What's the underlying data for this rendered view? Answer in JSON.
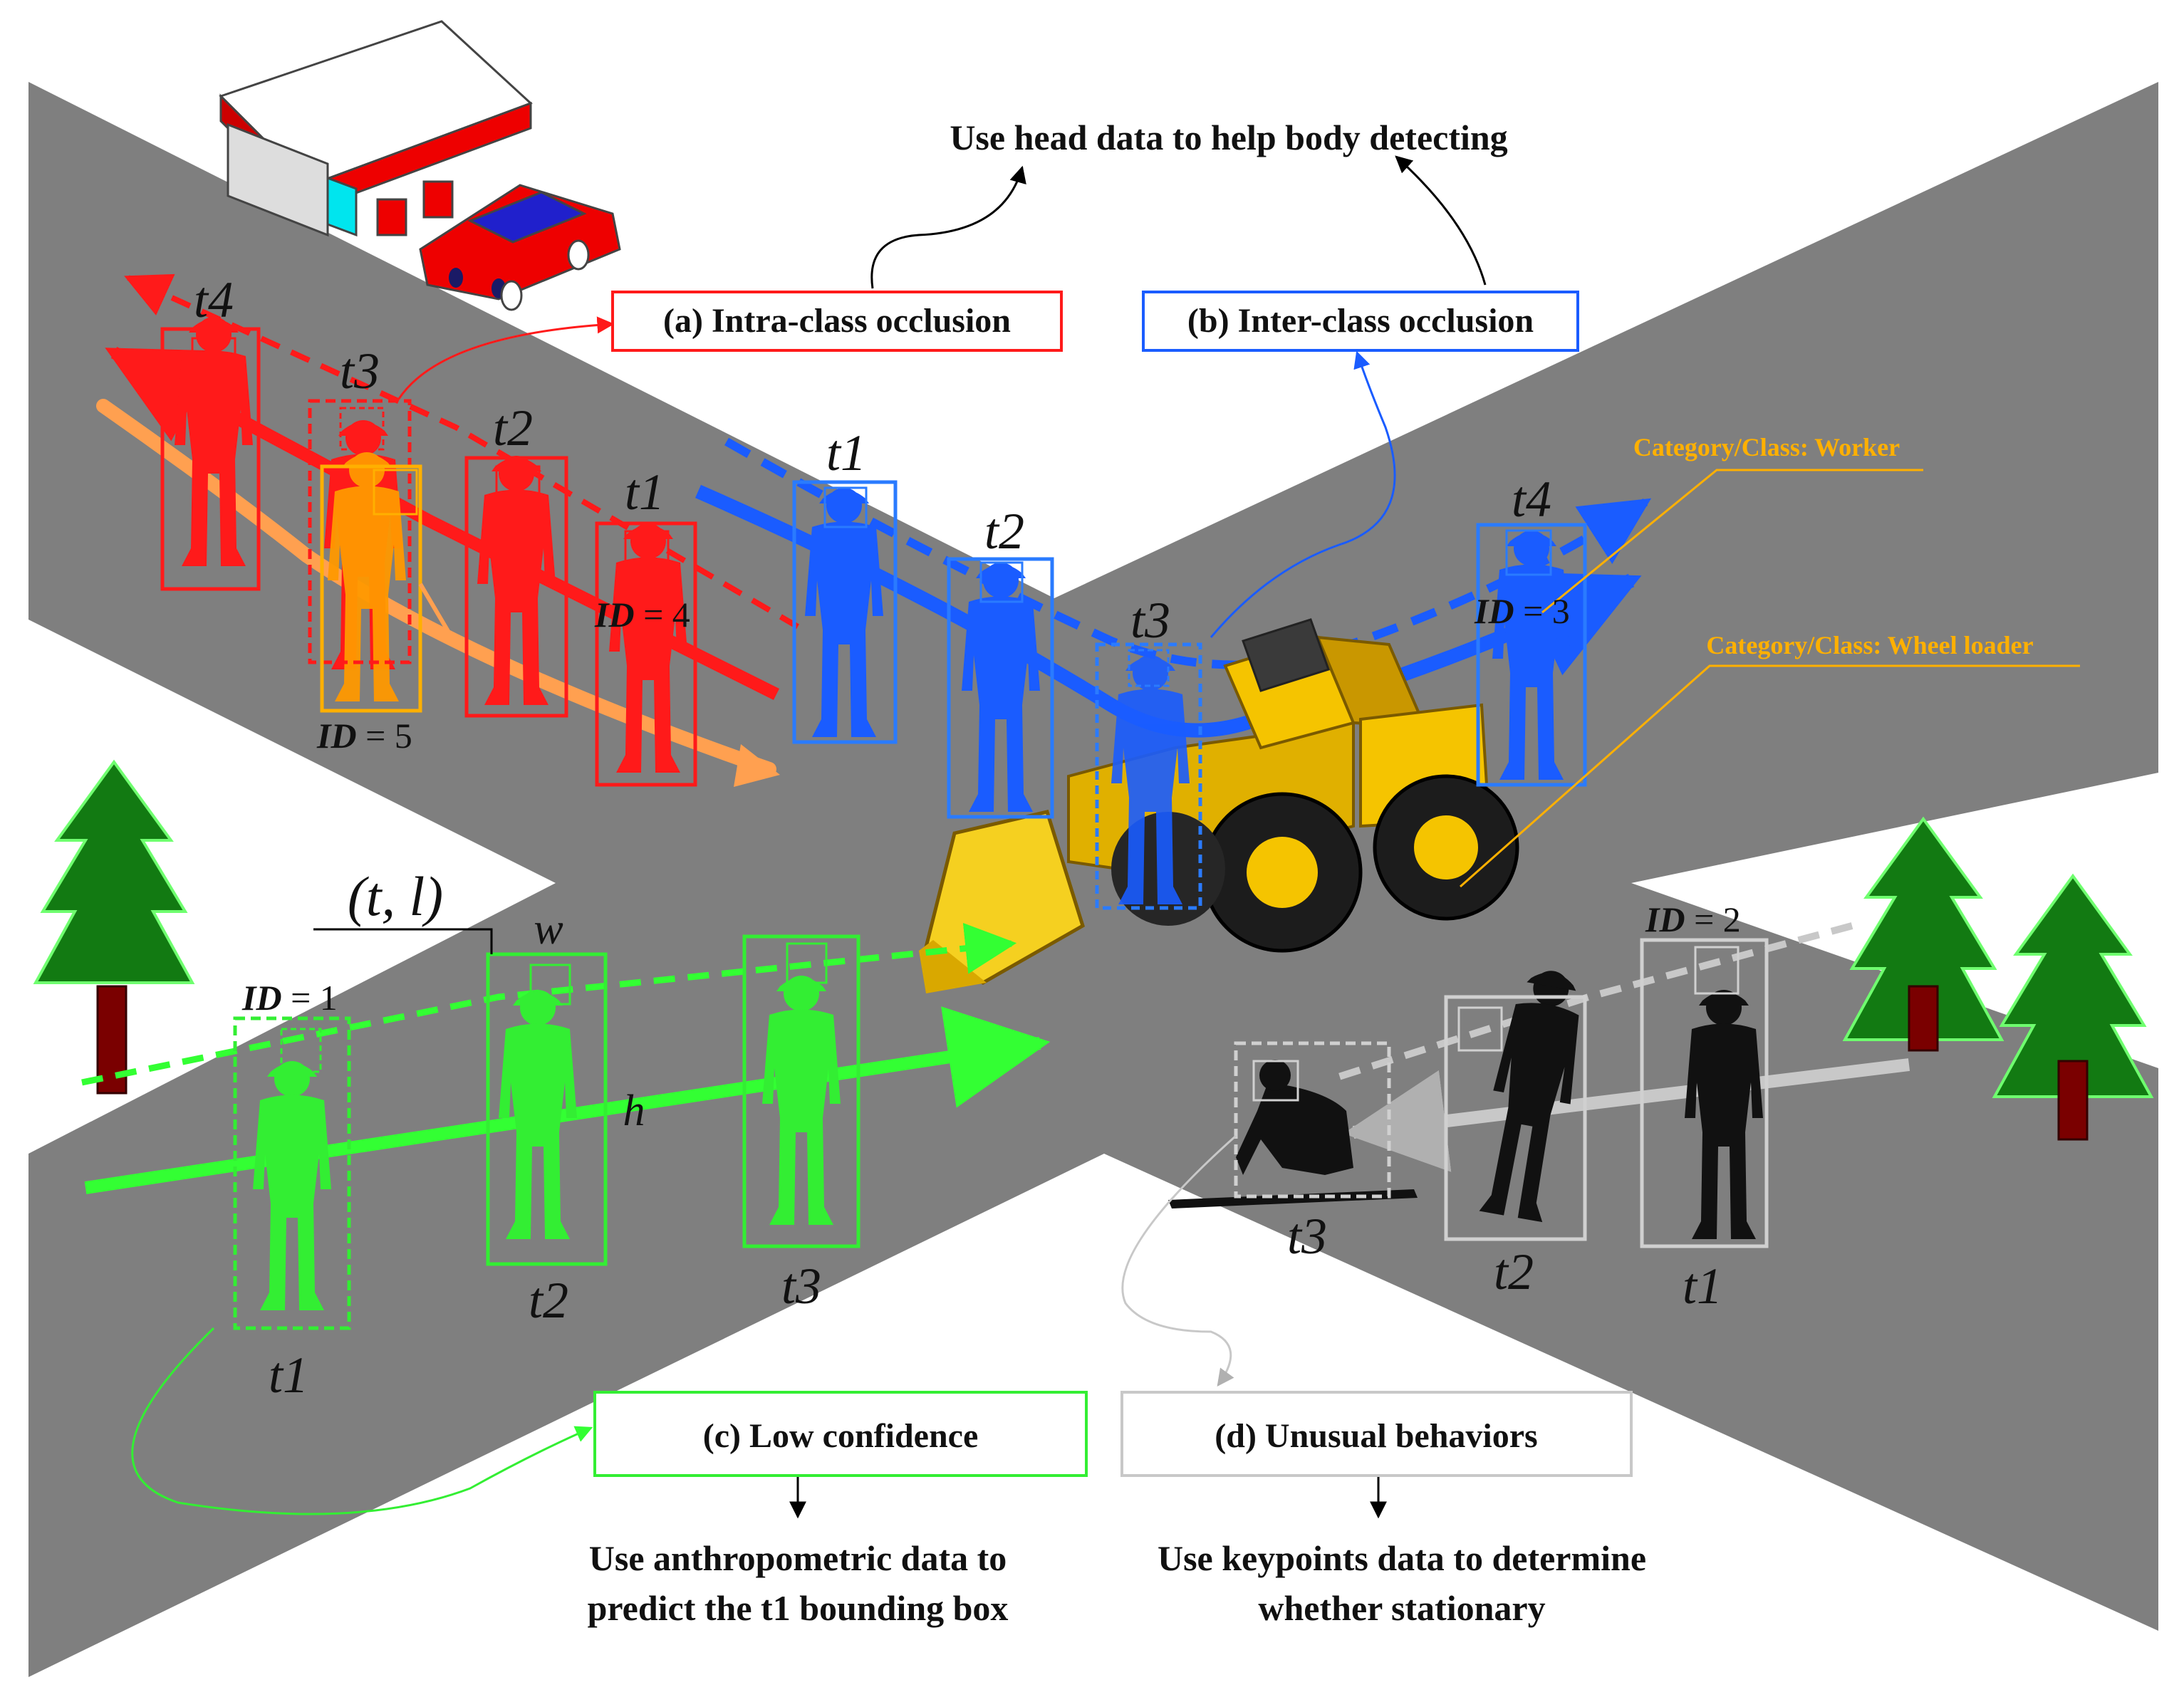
{
  "colors": {
    "road": "#7f7f7f",
    "background": "#ffffff",
    "red": "#ff1a1a",
    "orange": "#ff9900",
    "blue": "#1a5cff",
    "green": "#33ff33",
    "gray": "#c8c8c8",
    "black_worker": "#111111",
    "yellow_label": "#ffb000",
    "tree_green": "#127a12",
    "trunk": "#7a0000",
    "loader_yellow": "#f5c400"
  },
  "top_note": "Use head data to help body detecting",
  "boxes": {
    "a": "(a) Intra-class occlusion",
    "b": "(b) Inter-class occlusion",
    "c": "(c) Low confidence",
    "d": "(d) Unusual behaviors"
  },
  "notes": {
    "c_line1": "Use anthropometric data to",
    "c_line2": "predict the t1 bounding box",
    "d_line1": "Use keypoints data to determine",
    "d_line2": "whether stationary"
  },
  "category_worker": "Category/Class: Worker",
  "category_loader": "Category/Class: Wheel loader",
  "annotation": {
    "tl": "(t, l)",
    "w": "w",
    "h": "h"
  },
  "ids": {
    "id_prefix": "ID",
    "eq": "=",
    "red": "4",
    "orange": "5",
    "blue": "3",
    "green": "1",
    "gray": "2"
  },
  "time_labels": {
    "t1": "t1",
    "t2": "t2",
    "t3": "t3",
    "t4": "t4"
  }
}
